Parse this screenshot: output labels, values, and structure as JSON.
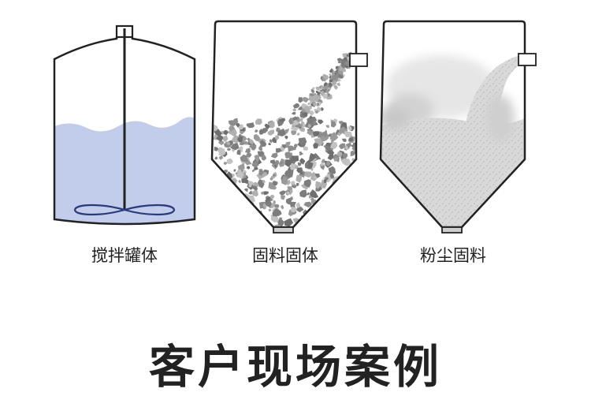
{
  "panels": [
    {
      "label": "搅拌罐体",
      "icon": "agitator-tank-icon"
    },
    {
      "label": "固料固体",
      "icon": "solid-silo-icon"
    },
    {
      "label": "粉尘固料",
      "icon": "powder-silo-icon"
    }
  ],
  "title": "客户现场案例",
  "colors": {
    "outline": "#222222",
    "liquid": "#b7c3e8",
    "impeller": "#2a3a7a",
    "granule": "#8a8a8a",
    "powder": "#c4c4c4"
  }
}
